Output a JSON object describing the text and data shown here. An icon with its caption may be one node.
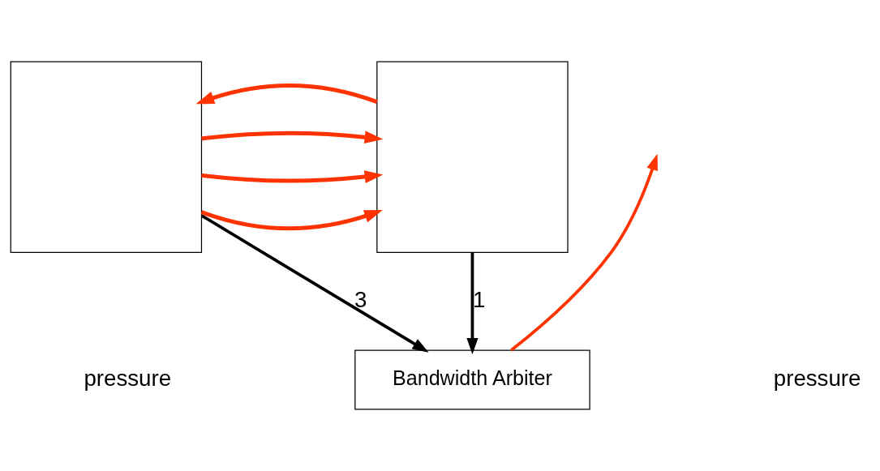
{
  "diagram": {
    "nodes": [
      {
        "text": [],
        "shape": "box"
      },
      {
        "text": [],
        "shape": "box"
      },
      {
        "text": [
          "Bandwidth Arbiter"
        ]
      }
    ],
    "edges": [
      {
        "from": 0,
        "to": 1,
        "arrow": "to"
      },
      {
        "from": 0,
        "to": 1,
        "arrow": "to"
      },
      {
        "from": 0,
        "to": 1,
        "arrow": "to"
      },
      {
        "from": 1,
        "to": 0,
        "arrow": "to"
      },
      {
        "from": 2,
        "to": null,
        "arrow": "to"
      },
      {
        "from": 0,
        "to": 2,
        "arrow": "to",
        "label": "3",
        "color": "#000000"
      },
      {
        "from": 1,
        "to": 2,
        "arrow": "to",
        "label": "1",
        "color": "#000000"
      }
    ],
    "labels": [
      "pressure",
      "pressure"
    ]
  }
}
